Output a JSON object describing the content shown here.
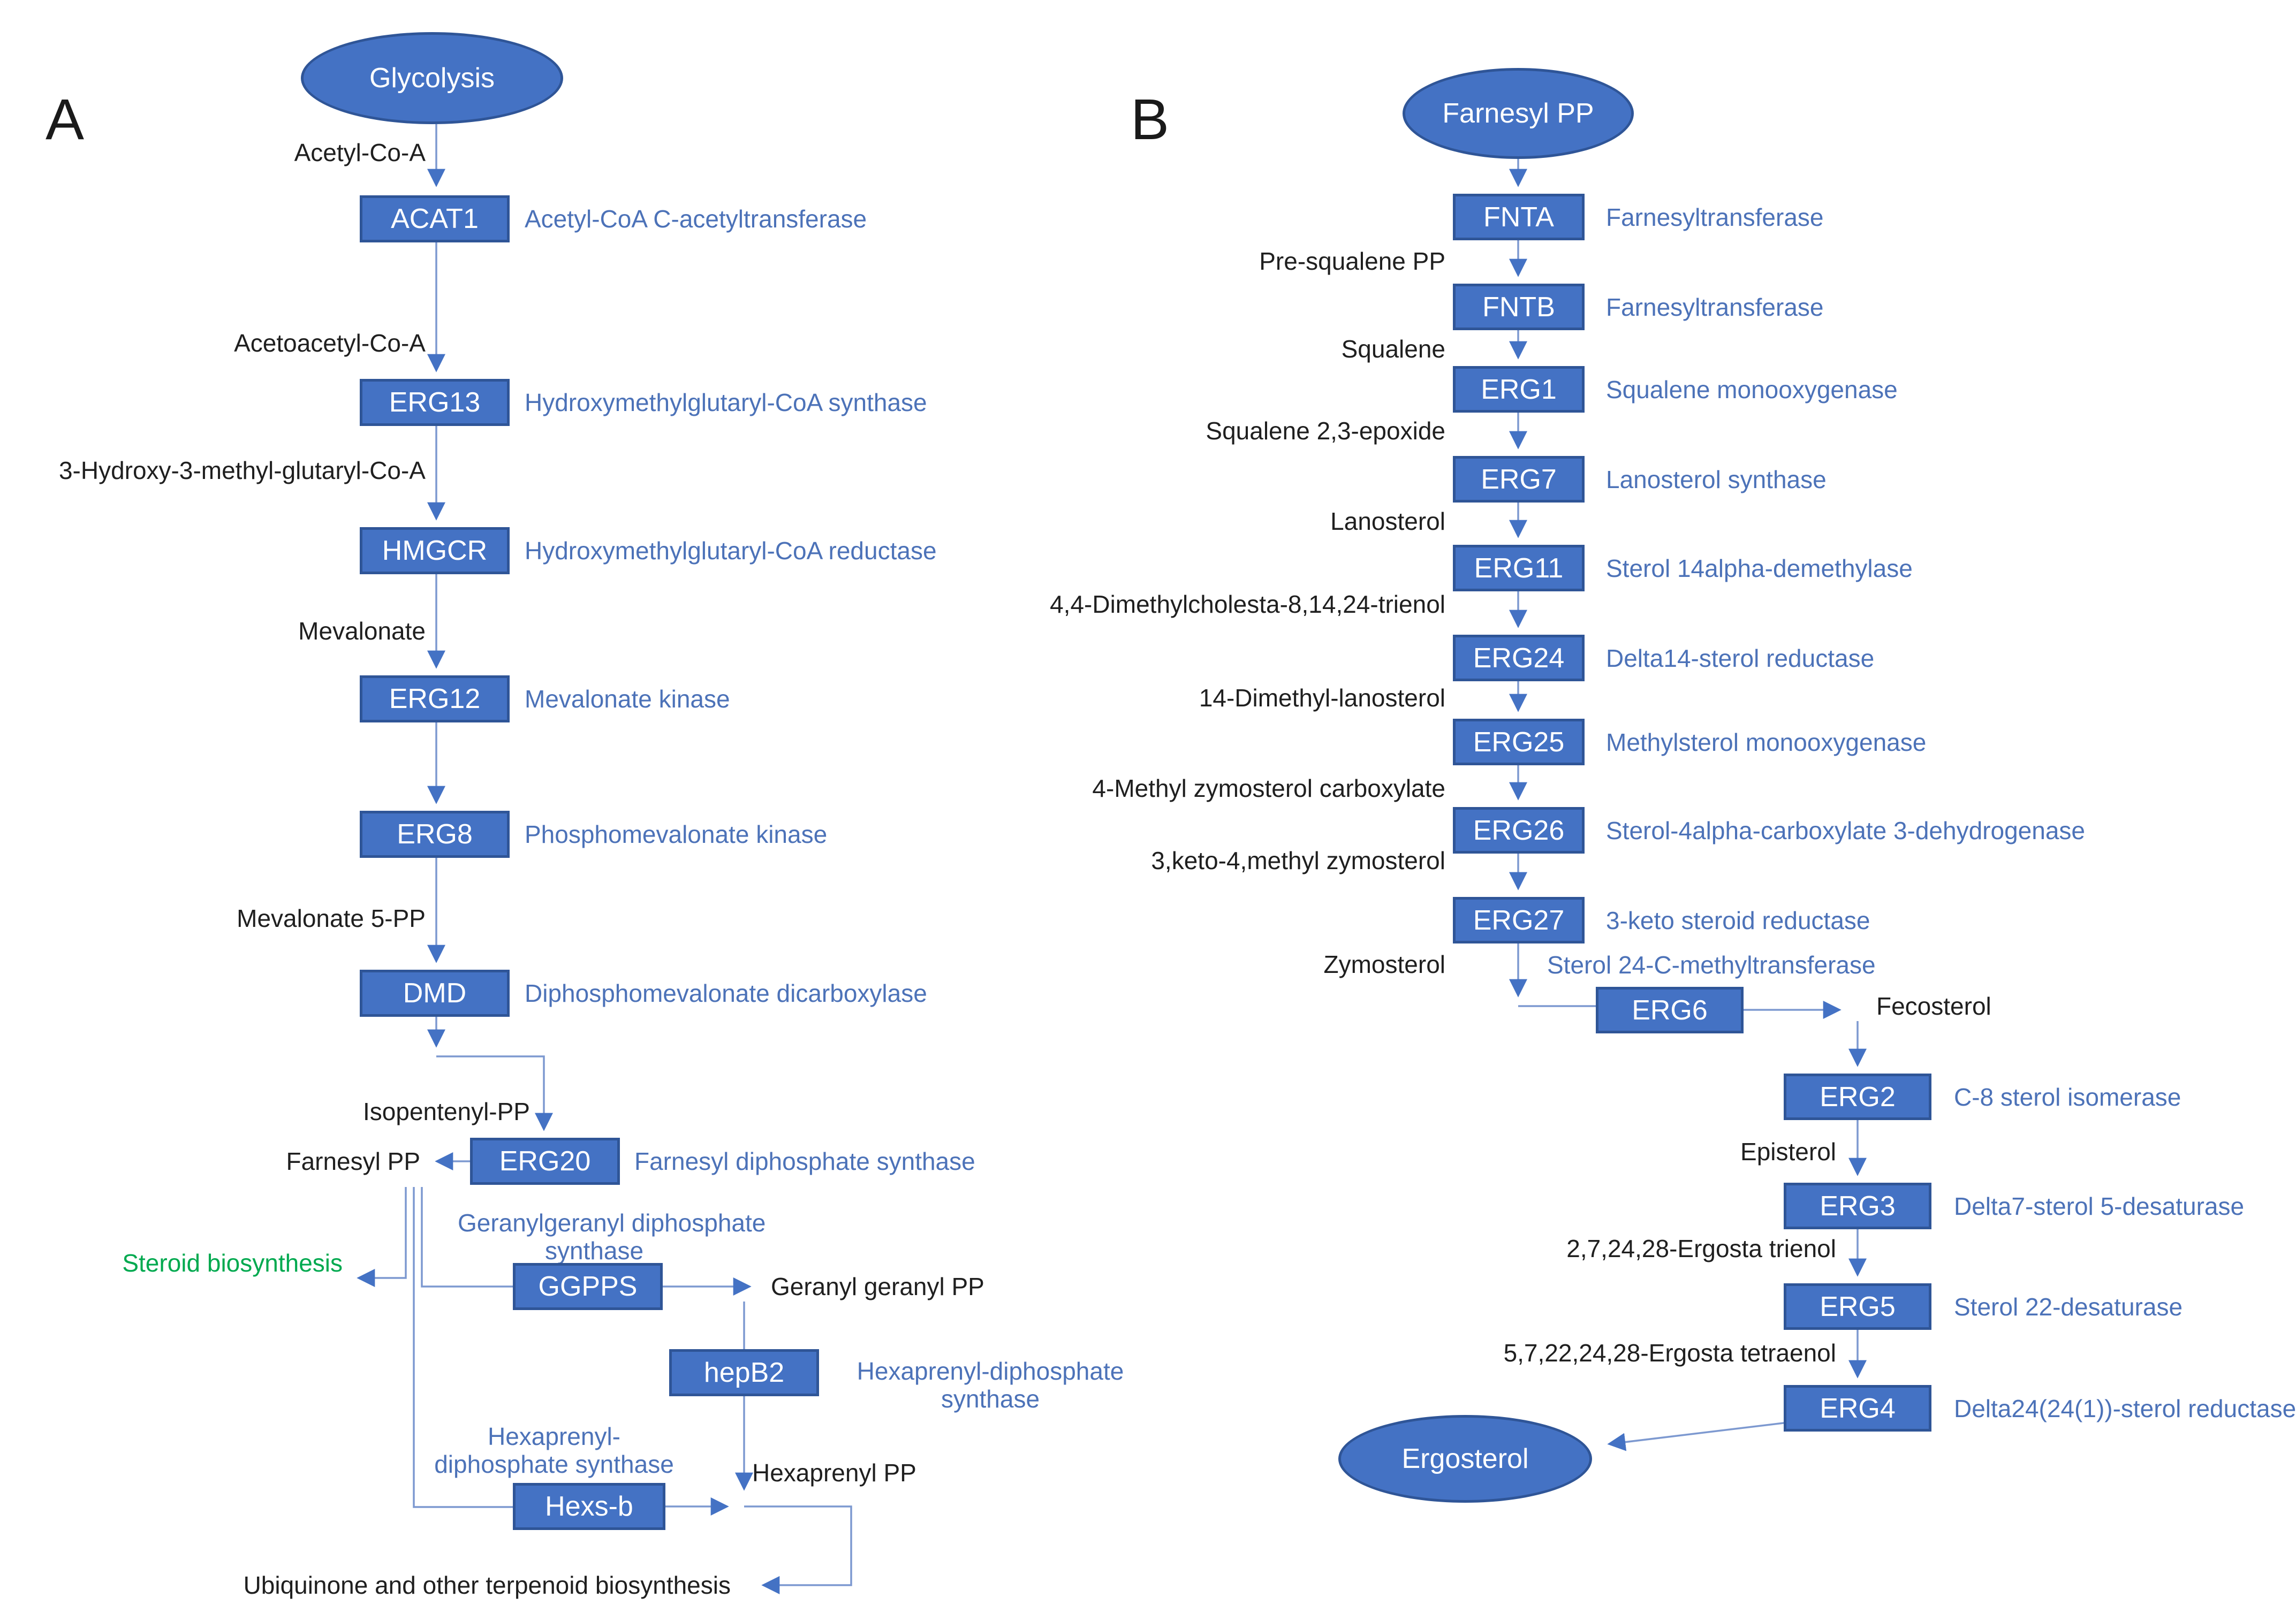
{
  "figure": {
    "description_colors": {
      "node_fill": "#4472C4",
      "node_border": "#2F5597",
      "node_text": "#FFFFFF",
      "enzyme_text": "#4C72B8",
      "substrate_text": "#1F1F1F",
      "arrow_line": "#7D99D0",
      "arrow_head": "#4472C4",
      "branch_green": "#00A94F",
      "panel_letter": "#1A1A1A"
    }
  },
  "panel_a": {
    "letter": "A",
    "source": "Glycolysis",
    "steps": [
      {
        "gene": "ACAT1",
        "enzyme": "Acetyl-CoA C-acetyltransferase",
        "substrate": "Acetyl-Co-A"
      },
      {
        "gene": "ERG13",
        "enzyme": "Hydroxymethylglutaryl-CoA synthase",
        "substrate": "Acetoacetyl-Co-A"
      },
      {
        "gene": "HMGCR",
        "enzyme": "Hydroxymethylglutaryl-CoA reductase",
        "substrate": "3-Hydroxy-3-methyl-glutaryl-Co-A"
      },
      {
        "gene": "ERG12",
        "enzyme": "Mevalonate kinase",
        "substrate": "Mevalonate"
      },
      {
        "gene": "ERG8",
        "enzyme": "Phosphomevalonate kinase"
      },
      {
        "gene": "DMD",
        "enzyme": "Diphosphomevalonate dicarboxylase",
        "substrate": "Mevalonate 5-PP"
      },
      {
        "gene": "ERG20",
        "enzyme": "Farnesyl diphosphate synthase",
        "substrate": "Isopentenyl-PP"
      }
    ],
    "farnesyl_pp_label": "Farnesyl PP",
    "steroid_branch_label": "Steroid biosynthesis",
    "ggpps": {
      "gene": "GGPPS",
      "enzyme_line1": "Geranylgeranyl diphosphate",
      "enzyme_line2": "synthase",
      "product": "Geranyl geranyl PP"
    },
    "hepb2": {
      "gene": "hepB2",
      "enzyme_line1": "Hexaprenyl-diphosphate",
      "enzyme_line2": "synthase"
    },
    "hexsb": {
      "gene": "Hexs-b",
      "enzyme_line1": "Hexaprenyl-",
      "enzyme_line2": "diphosphate synthase",
      "product": "Hexaprenyl PP"
    },
    "ubiquinone_label": "Ubiquinone and other terpenoid biosynthesis"
  },
  "panel_b": {
    "letter": "B",
    "source": "Farnesyl PP",
    "steps": [
      {
        "gene": "FNTA",
        "enzyme": "Farnesyltransferase"
      },
      {
        "gene": "FNTB",
        "enzyme": "Farnesyltransferase",
        "substrate": "Pre-squalene PP"
      },
      {
        "gene": "ERG1",
        "enzyme": "Squalene monooxygenase",
        "substrate": "Squalene"
      },
      {
        "gene": "ERG7",
        "enzyme": "Lanosterol synthase",
        "substrate": "Squalene 2,3-epoxide"
      },
      {
        "gene": "ERG11",
        "enzyme": "Sterol 14alpha-demethylase",
        "substrate": "Lanosterol"
      },
      {
        "gene": "ERG24",
        "enzyme": "Delta14-sterol reductase",
        "substrate": "4,4-Dimethylcholesta-8,14,24-trienol"
      },
      {
        "gene": "ERG25",
        "enzyme": "Methylsterol monooxygenase",
        "substrate": "14-Dimethyl-lanosterol"
      },
      {
        "gene": "ERG26",
        "enzyme": "Sterol-4alpha-carboxylate 3-dehydrogenase",
        "substrate": "4-Methyl zymosterol carboxylate"
      },
      {
        "gene": "ERG27",
        "enzyme": "3-keto steroid reductase",
        "substrate": "3,keto-4,methyl zymosterol"
      },
      {
        "gene": "ERG6",
        "enzyme": "Sterol 24-C-methyltransferase",
        "substrate": "Zymosterol",
        "product": "Fecosterol"
      },
      {
        "gene": "ERG2",
        "enzyme": "C-8 sterol isomerase"
      },
      {
        "gene": "ERG3",
        "enzyme": "Delta7-sterol 5-desaturase",
        "substrate": "Episterol"
      },
      {
        "gene": "ERG5",
        "enzyme": "Sterol 22-desaturase",
        "substrate": "2,7,24,28-Ergosta trienol"
      },
      {
        "gene": "ERG4",
        "enzyme": "Delta24(24(1))-sterol reductase",
        "substrate": "5,7,22,24,28-Ergosta tetraenol"
      }
    ],
    "product": "Ergosterol"
  }
}
